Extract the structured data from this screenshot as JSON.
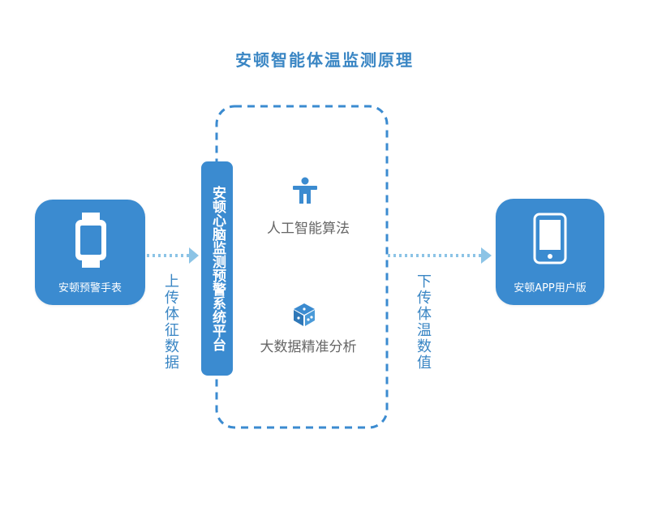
{
  "title": "安顿智能体温监测原理",
  "left_card": {
    "label": "安顿预警手表",
    "icon": "smartwatch-icon"
  },
  "right_card": {
    "label": "安顿APP用户版",
    "icon": "smartphone-icon"
  },
  "platform": {
    "label": "安顿心脑监测预警系统平台"
  },
  "upload_label": "上传体征数据",
  "download_label": "下传体温数值",
  "features": [
    {
      "label": "人工智能算法",
      "icon": "ai-person-icon"
    },
    {
      "label": "大数据精准分析",
      "icon": "data-cube-icon"
    }
  ],
  "colors": {
    "primary": "#3b8bd0",
    "text_blue": "#3a86c4",
    "arrow": "#8cc4e6",
    "gray_text": "#666666"
  }
}
